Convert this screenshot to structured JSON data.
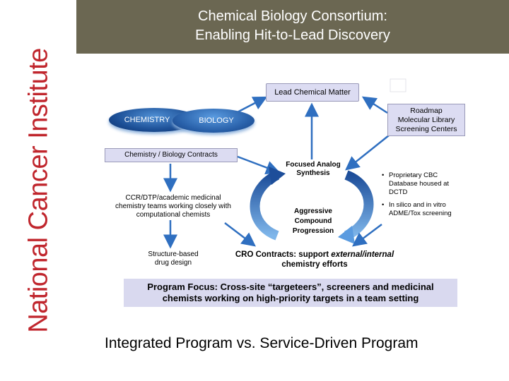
{
  "sidebar": {
    "institute_name": "National Cancer Institute",
    "color": "#c0262d"
  },
  "header": {
    "title_line1": "Chemical Biology Consortium:",
    "title_line2": "Enabling Hit-to-Lead Discovery",
    "background": "#6b6752"
  },
  "diagram": {
    "lead_box": "Lead Chemical Matter",
    "roadmap_box_line1": "Roadmap",
    "roadmap_box_line2": "Molecular Library",
    "roadmap_box_line3": "Screening Centers",
    "oval_chemistry": "CHEMISTRY",
    "oval_biology": "BIOLOGY",
    "contracts_box": "Chemistry / Biology Contracts",
    "ccr_text_line1": "CCR/DTP/academic medicinal",
    "ccr_text_line2": "chemistry teams working closely with",
    "ccr_text_line3": "computational chemists",
    "structure_line1": "Structure-based",
    "structure_line2": "drug design",
    "focused_line1": "Focused Analog",
    "focused_line2": "Synthesis",
    "aggressive_line1": "Aggressive",
    "aggressive_line2": "Compound",
    "aggressive_line3": "Progression",
    "bullet1_line1": "Proprietary CBC",
    "bullet1_line2": "Database housed at",
    "bullet1_line3": "DCTD",
    "bullet2_line1": "In silico and in vitro",
    "bullet2_line2": "ADME/Tox screening",
    "cro_line1_a": "CRO Contracts: support ",
    "cro_line1_b": "external/internal",
    "cro_line2": "chemistry efforts"
  },
  "program_focus": {
    "line1": "Program Focus: Cross-site “targeteers”, screeners and medicinal",
    "line2": "chemists working on high-priority targets in a team setting"
  },
  "bottom_statement": "Integrated Program vs. Service-Driven Program",
  "colors": {
    "box_fill": "#dcdcf2",
    "arrow_blue": "#2f6fc0",
    "oval_blue": "#1c4f96"
  }
}
